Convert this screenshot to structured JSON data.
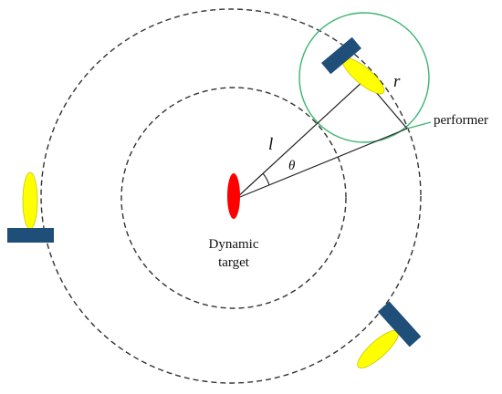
{
  "labels": {
    "target_line1": "Dynamic",
    "target_line2": "target",
    "performer": "performer",
    "l": "l",
    "theta": "θ",
    "r": "r"
  },
  "colors": {
    "background": "#ffffff",
    "target": "#ff0000",
    "sensor_body": "#1f4e79",
    "sensor_beam": "#ffff00",
    "sensor_beam_outline": "#c9c900",
    "sensing_circle": "#3cb371",
    "dashed_orbit": "#333333",
    "lines": "#222222"
  }
}
